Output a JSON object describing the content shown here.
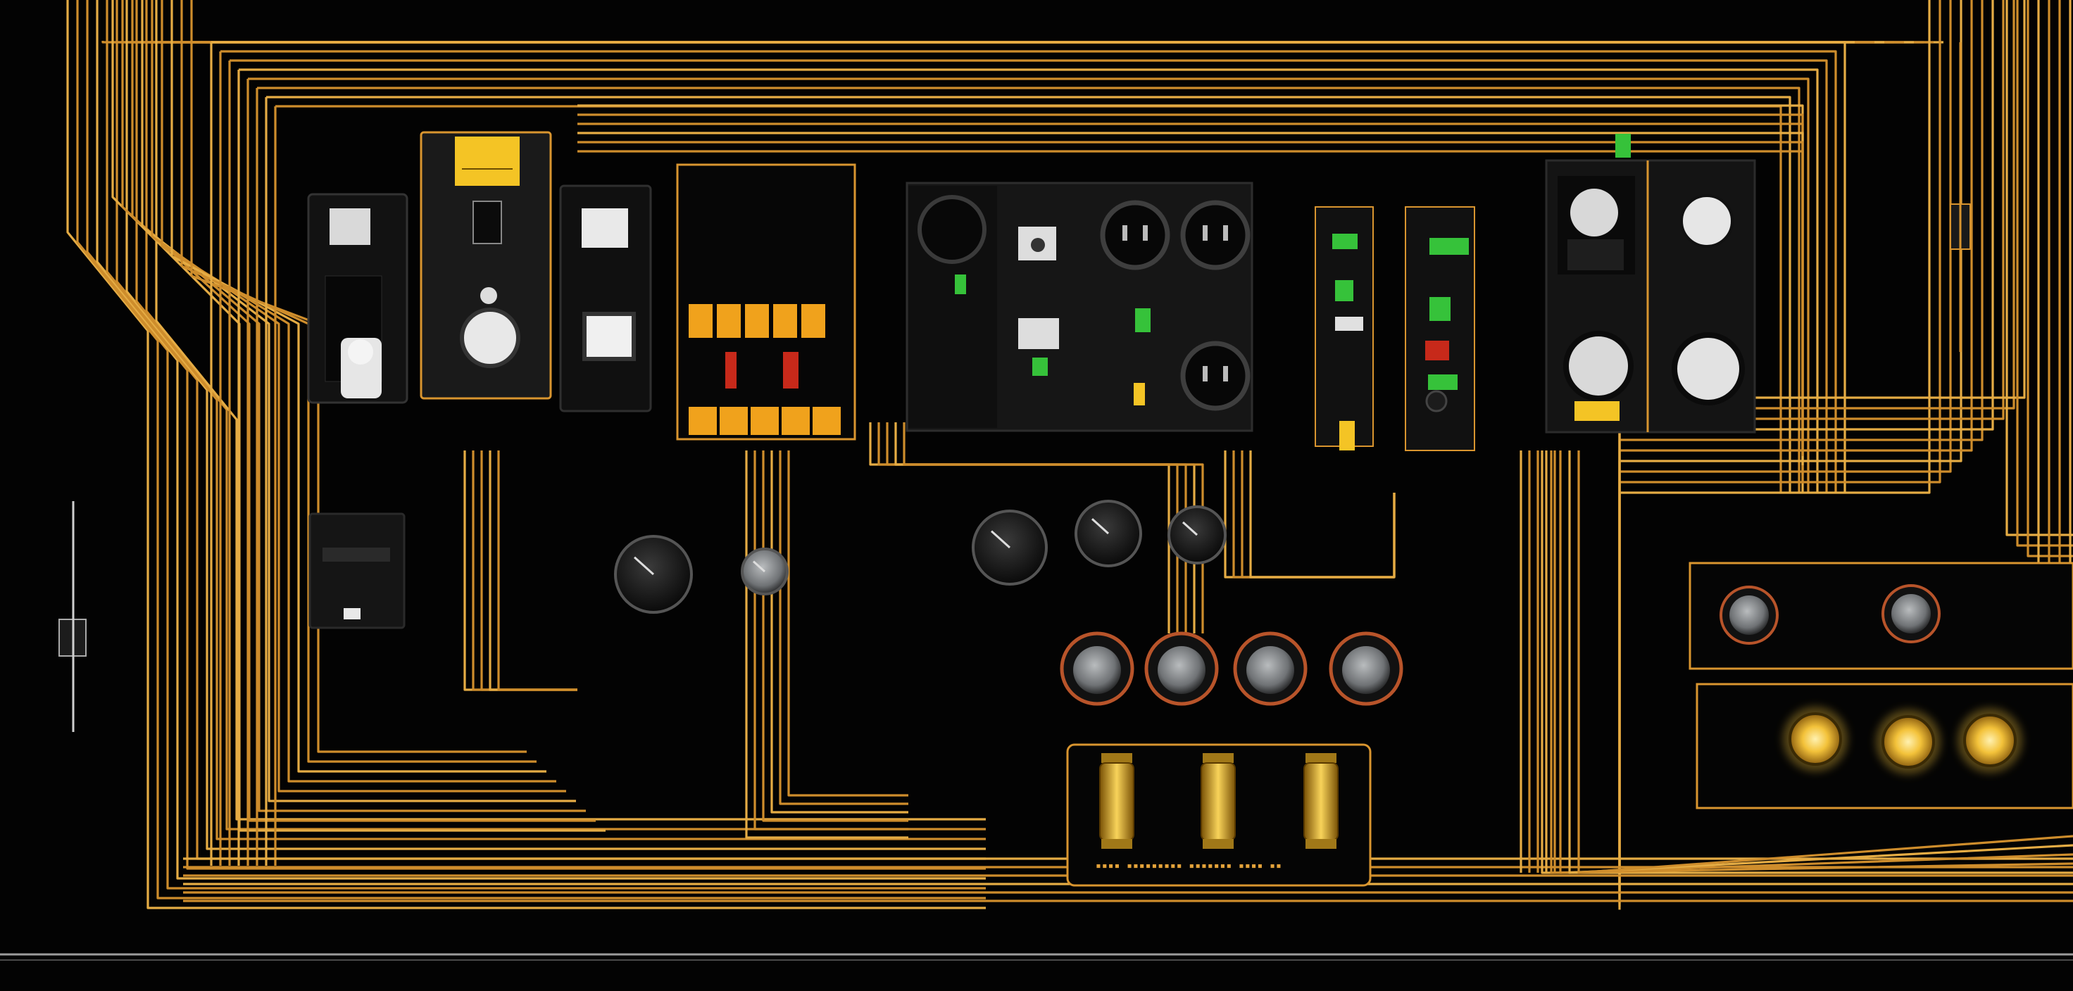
{
  "scene": {
    "subject": "control-panel-wiring",
    "colors": {
      "background": "#030303",
      "wire": "#d9952f",
      "wire_bright": "#f2b648",
      "panel": "#141414",
      "panel_edge": "#2a2a2a",
      "label_yellow": "#f4c425",
      "relay_orange": "#f0a21c",
      "led_green": "#36c23a",
      "led_red": "#c7291a",
      "lamp_glow": "#f5c43a",
      "gauge_face": "#8e9193",
      "ring_copper": "#b8542a"
    },
    "components": [
      "breaker-module",
      "relay-bank",
      "power-outlet",
      "indicator-lamp",
      "analog-gauge",
      "glass-fuse",
      "terminal-switch",
      "bottom-bus-bar"
    ]
  }
}
